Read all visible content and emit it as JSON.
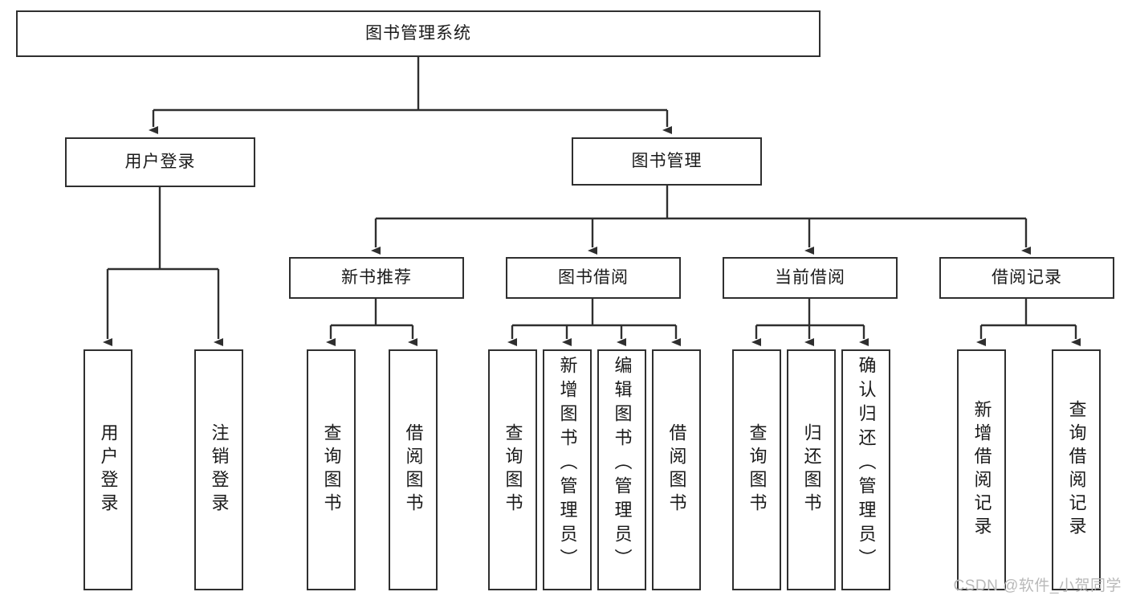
{
  "diagram": {
    "title": "图书管理系统",
    "type": "hierarchy-tree",
    "background_color": "#ffffff",
    "line_color": "#2f2f2f",
    "text_color": "#1a1a1a"
  },
  "nodes": {
    "root": {
      "label": "图书管理系统"
    },
    "level1": [
      {
        "label": "用户登录"
      },
      {
        "label": "图书管理"
      }
    ],
    "level2": [
      {
        "label": "新书推荐"
      },
      {
        "label": "图书借阅"
      },
      {
        "label": "当前借阅"
      },
      {
        "label": "借阅记录"
      }
    ],
    "leaves": {
      "user_login": [
        {
          "label": "用户登录"
        },
        {
          "label": "注销登录"
        }
      ],
      "new_book": [
        {
          "label": "查询图书"
        },
        {
          "label": "借阅图书"
        }
      ],
      "book_borrow": [
        {
          "label": "查询图书"
        },
        {
          "label": "新增图书（管理员）"
        },
        {
          "label": "编辑图书（管理员）"
        },
        {
          "label": "借阅图书"
        }
      ],
      "current_borrow": [
        {
          "label": "查询图书"
        },
        {
          "label": "归还图书"
        },
        {
          "label": "确认归还（管理员）"
        }
      ],
      "borrow_record": [
        {
          "label": "新增借阅记录"
        },
        {
          "label": "查询借阅记录"
        }
      ]
    }
  },
  "watermark": {
    "text": "CSDN @软件_小贺同学"
  }
}
